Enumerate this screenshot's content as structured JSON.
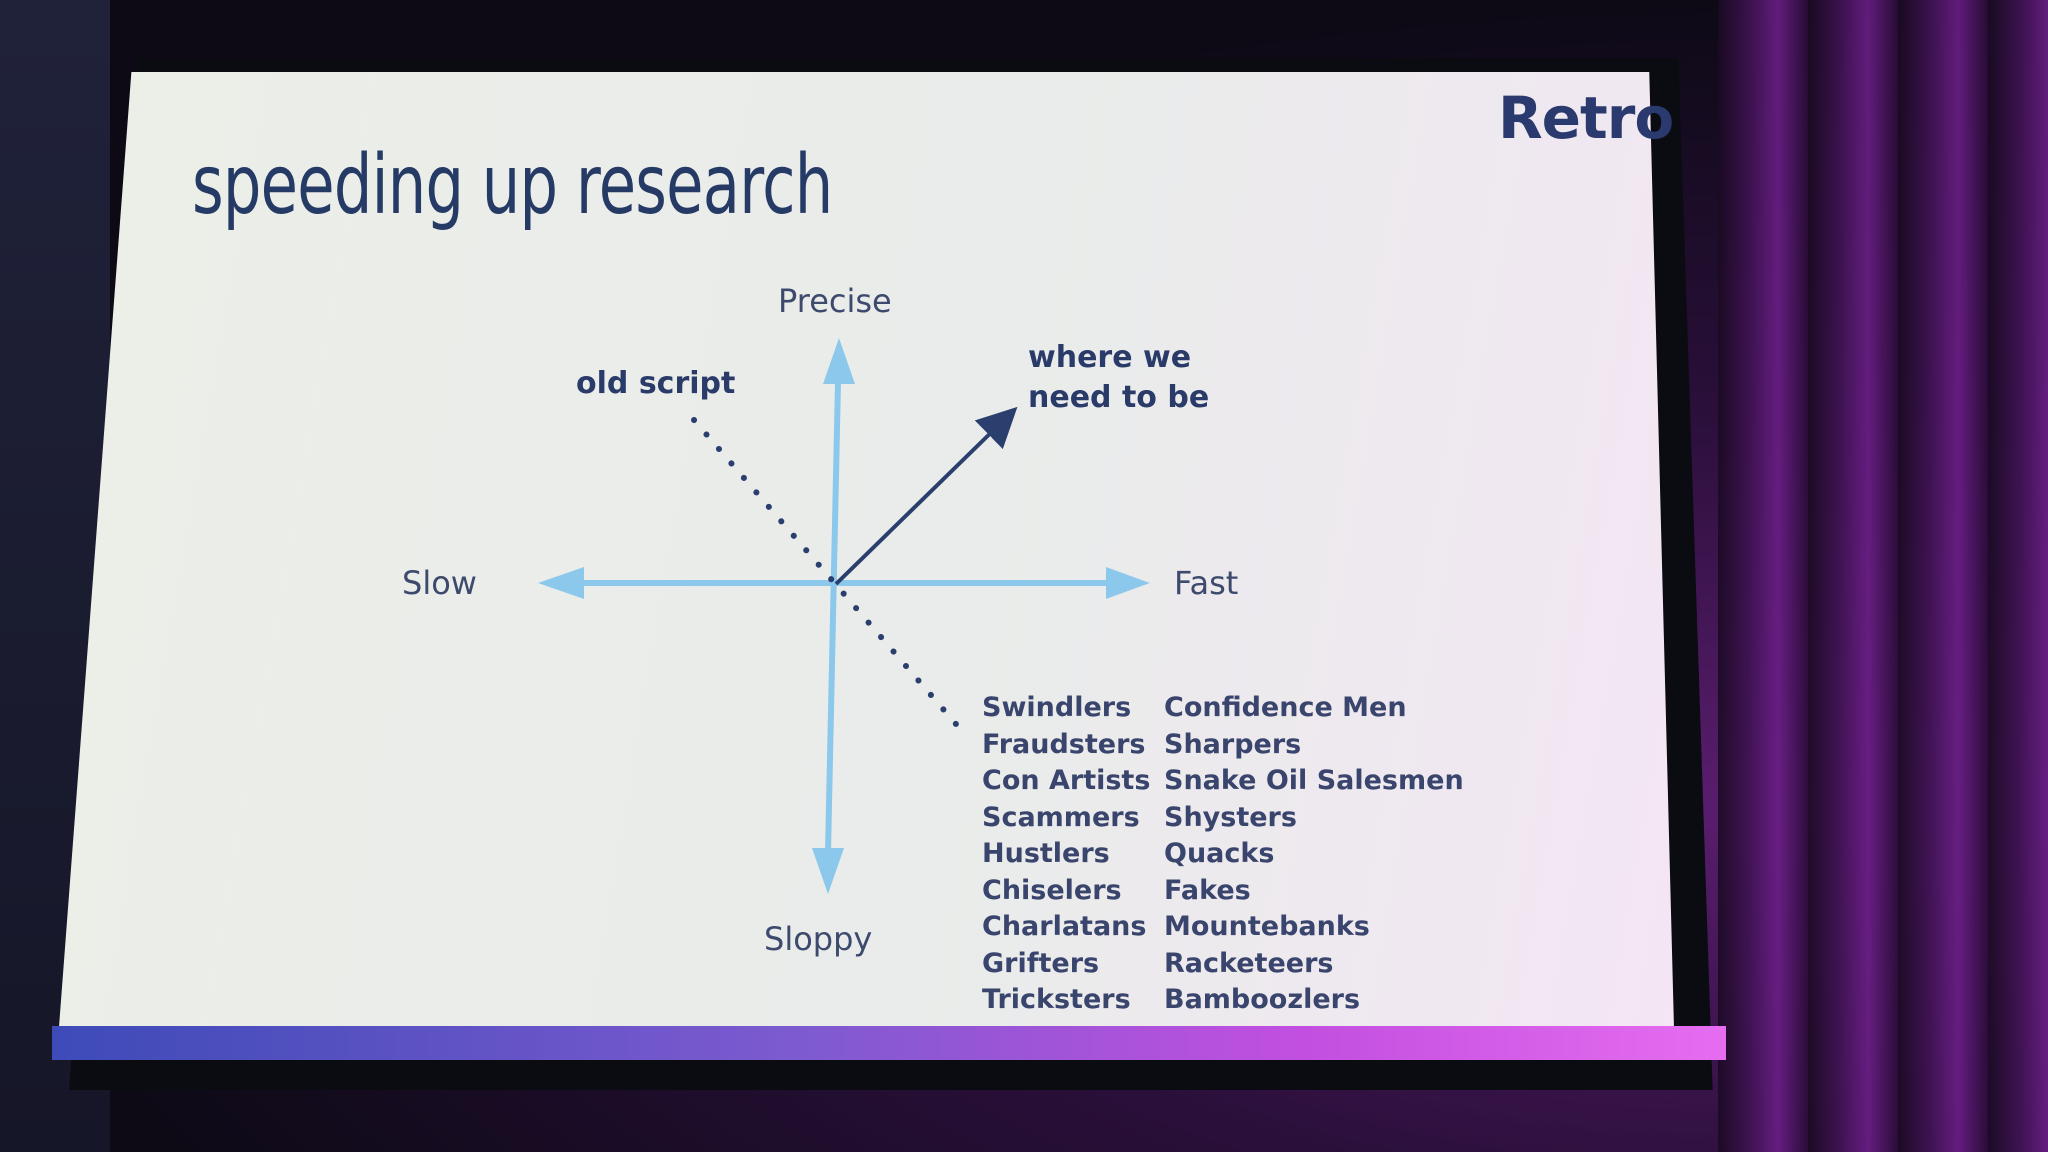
{
  "slide": {
    "logo": "Retro",
    "title": "speeding up research"
  },
  "axes": {
    "top": "Precise",
    "bottom": "Sloppy",
    "left": "Slow",
    "right": "Fast"
  },
  "annotations": {
    "old_script": "old script",
    "target_line1": "where we",
    "target_line2": "need to be"
  },
  "lists": {
    "left_column": [
      "Swindlers",
      "Fraudsters",
      "Con Artists",
      "Scammers",
      "Hustlers",
      "Chiselers",
      "Charlatans",
      "Grifters",
      "Tricksters"
    ],
    "right_column": [
      "Confidence Men",
      "Sharpers",
      "Snake Oil Salesmen",
      "Shysters",
      "Quacks",
      "Fakes",
      "Mountebanks",
      "Racketeers",
      "Bamboozlers"
    ]
  },
  "colors": {
    "axis": "#8cc8ec",
    "vector": "#2b3f6e",
    "dotted": "#2b3f6e",
    "title": "#263a66"
  }
}
